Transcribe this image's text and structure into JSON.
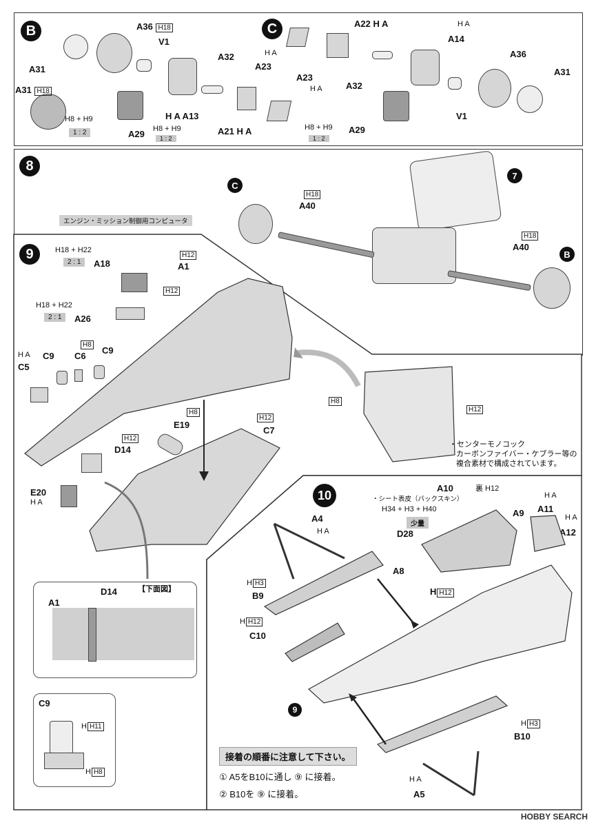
{
  "steps": {
    "b": "B",
    "c": "C",
    "s8": "8",
    "s9": "9",
    "s10": "10"
  },
  "stepB": {
    "a36": "A36",
    "a36h": "H18",
    "v1": "V1",
    "a31": "A31",
    "a31b": "A31",
    "a31h": "H18",
    "mix1": "H8 + H9",
    "ratio1": "1 : 2",
    "a29": "A29",
    "mix2": "H8 + H9",
    "ratio2": "1 : 2",
    "a13": "H A A13",
    "a32": "A32",
    "a21": "A21 H A",
    "a23": "A23",
    "a23h": "H A"
  },
  "stepC": {
    "a22": "A22 H A",
    "a23": "A23",
    "a23h": "H A",
    "a14h": "H A",
    "a14": "A14",
    "a32": "A32",
    "a36": "A36",
    "a31": "A31",
    "v1": "V1",
    "a29": "A29",
    "mix": "H8 + H9",
    "ratio": "1 : 2"
  },
  "step8": {
    "c": "C",
    "b": "B",
    "s7": "7",
    "a40h": "H18",
    "a40": "A40",
    "a40h2": "H18",
    "a40b": "A40"
  },
  "step9": {
    "ecu": "エンジン・ミッション制御用コンピュータ",
    "a18mix": "H18 + H22",
    "a18ratio": "2 : 1",
    "a18": "A18",
    "a26mix": "H18 + H22",
    "a26ratio": "2 : 1",
    "a26": "A26",
    "a1h": "H12",
    "a1": "A1",
    "h12": "H12",
    "c5h": "H A",
    "c5": "C5",
    "c9a": "C9",
    "c6h": "H8",
    "c6": "C6",
    "c9b": "C9",
    "e19h": "H8",
    "e19": "E19",
    "d14h": "H12",
    "d14": "D14",
    "c7h": "H12",
    "c7": "C7",
    "e20": "E20",
    "e20h": "H A",
    "h8": "H8",
    "h12b": "H12",
    "mono_title": "・センターモノコック",
    "mono_l1": "カーボンファイバー・ケブラー等の",
    "mono_l2": "複合素材で構成されています。",
    "bottom_view": "【下面図】",
    "bv_a1": "A1",
    "bv_d14": "D14",
    "c9_title": "C9",
    "c9_h11": "H11",
    "c9_h8": "H8"
  },
  "step10": {
    "a10": "A10",
    "a10h": "裏 H12",
    "seat": "・シート表皮（バックスキン）",
    "seatmix": "H34 + H3 + H40",
    "small": "少量",
    "d28": "D28",
    "d28h": "H12",
    "a9": "A9",
    "a11h": "H A",
    "a11": "A11",
    "a12h": "H A",
    "a12": "A12",
    "a4": "A4",
    "a4h": "H A",
    "a8": "A8",
    "b9h": "H3",
    "b9": "B9",
    "c10h": "H12",
    "c10": "C10",
    "s9": "9",
    "b10h": "H3",
    "b10": "B10",
    "a5h": "H A",
    "a5": "A5"
  },
  "warning": {
    "head": "接着の順番に注意して下さい。",
    "l1": "① A5をB10に通し ⑨ に接着。",
    "l2": "② B10を ⑨ に接着。"
  },
  "watermark": "HOBBY SEARCH"
}
